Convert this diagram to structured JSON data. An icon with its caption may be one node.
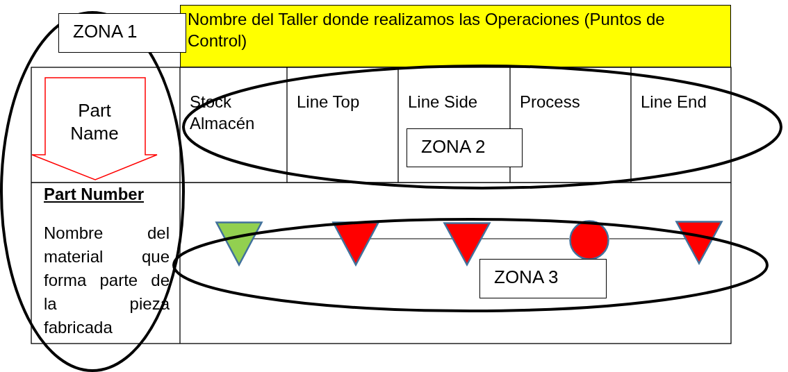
{
  "diagram": {
    "nodes": [
      {
        "text": [
          "Nombre del Taller donde realizamos las Operaciones (Puntos de Control)"
        ]
      },
      {
        "text": [
          "Part Name"
        ]
      },
      {
        "text": [
          "Stock Almacén"
        ]
      },
      {
        "text": [
          "Line Top"
        ]
      },
      {
        "text": [
          "Line Side"
        ]
      },
      {
        "text": [
          "Process"
        ]
      },
      {
        "text": [
          "Line End"
        ]
      },
      {
        "text": [
          "Part Number",
          "Nombre del material que forma parte de la pieza fabricada"
        ]
      },
      {
        "text": [
          "ZONA 1"
        ]
      },
      {
        "text": [
          "ZONA 2"
        ]
      },
      {
        "text": [
          "ZONA 3"
        ]
      },
      {
        "text": [],
        "shape": "triangle"
      },
      {
        "text": [],
        "shape": "triangle"
      },
      {
        "text": [],
        "shape": "triangle"
      },
      {
        "text": [],
        "shape": "circle"
      },
      {
        "text": [],
        "shape": "triangle"
      }
    ],
    "edges": [
      {
        "from": 11,
        "to": 12,
        "arrow": "none"
      },
      {
        "from": 12,
        "to": 13,
        "arrow": "none"
      },
      {
        "from": 13,
        "to": 14,
        "arrow": "none"
      },
      {
        "from": 14,
        "to": 15,
        "arrow": "none"
      }
    ]
  }
}
